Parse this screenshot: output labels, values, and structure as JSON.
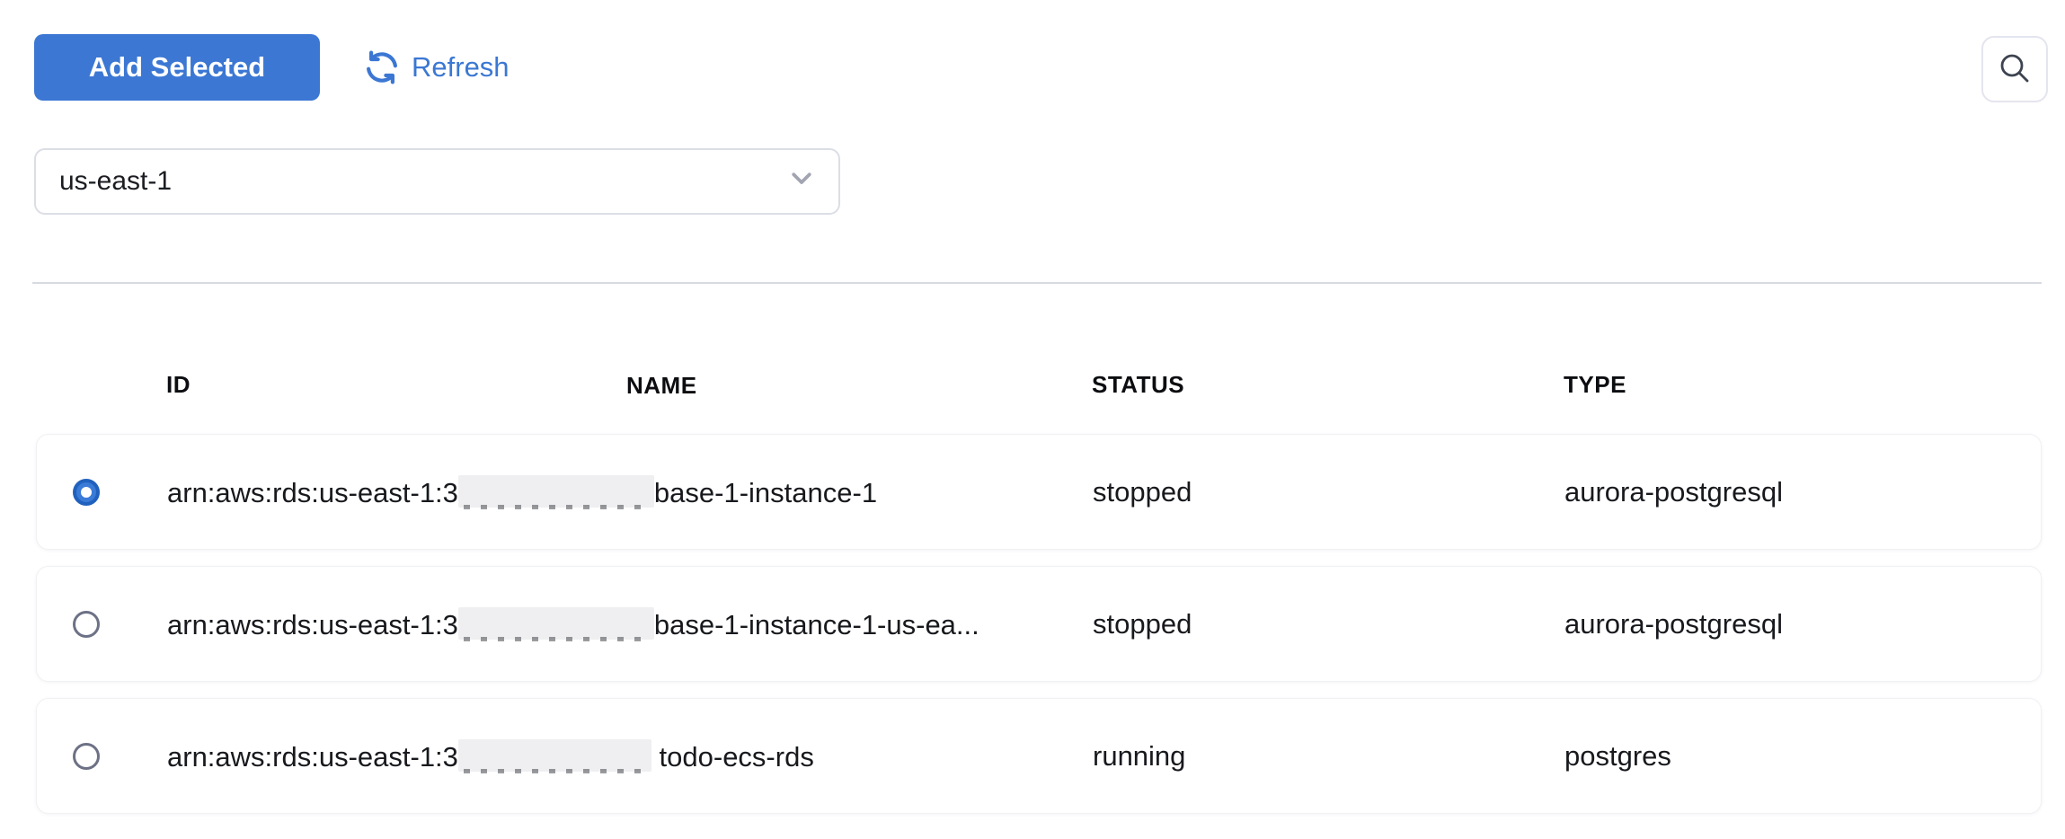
{
  "toolbar": {
    "add_selected_label": "Add Selected",
    "refresh_label": "Refresh",
    "icons": {
      "refresh": "circular-arrows",
      "search": "magnifier",
      "chevron_down": "chevron-down"
    }
  },
  "region_select": {
    "value": "us-east-1"
  },
  "table": {
    "columns": [
      "ID",
      "NAME",
      "STATUS",
      "TYPE"
    ],
    "rows": [
      {
        "selected": true,
        "id_prefix": "arn:aws:rds:us-east-1:3",
        "id_redacted": true,
        "id_suffix": "base-1-instance-1",
        "status": "stopped",
        "type": "aurora-postgresql"
      },
      {
        "selected": false,
        "id_prefix": "arn:aws:rds:us-east-1:3",
        "id_redacted": true,
        "id_suffix": "base-1-instance-1-us-ea...",
        "status": "stopped",
        "type": "aurora-postgresql"
      },
      {
        "selected": false,
        "id_prefix": "arn:aws:rds:us-east-1:3",
        "id_redacted": true,
        "id_suffix": " todo-ecs-rds",
        "status": "running",
        "type": "postgres"
      }
    ]
  },
  "colors": {
    "accent_blue": "#3b77d3",
    "divider_gray": "#d9dbe3",
    "radio_gray": "#6d7186",
    "text_dark": "#17191d"
  }
}
